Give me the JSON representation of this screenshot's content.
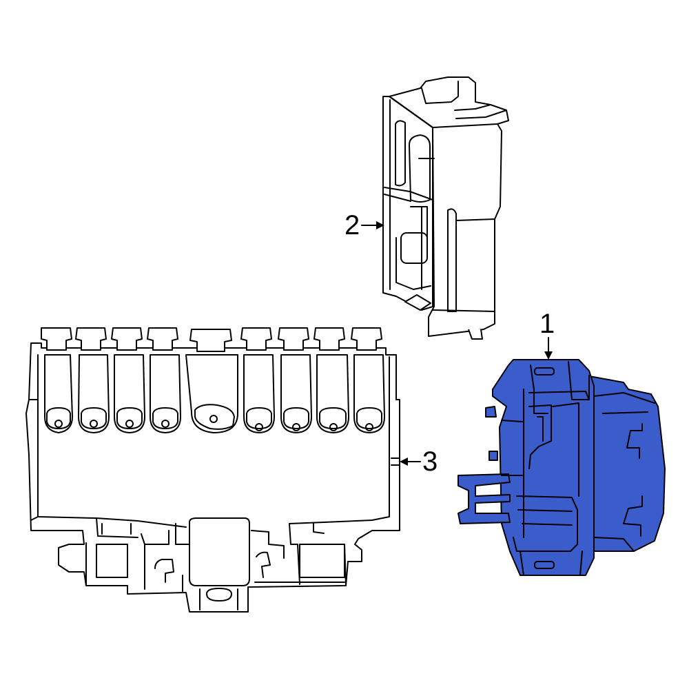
{
  "colors": {
    "highlight": "#3a5dcb",
    "line": "#000000",
    "background": "#ffffff"
  },
  "callouts": [
    {
      "id": "1",
      "label": "1",
      "part": "highlighted-module"
    },
    {
      "id": "2",
      "label": "2",
      "part": "rear-housing"
    },
    {
      "id": "3",
      "label": "3",
      "part": "fuse-block"
    }
  ]
}
